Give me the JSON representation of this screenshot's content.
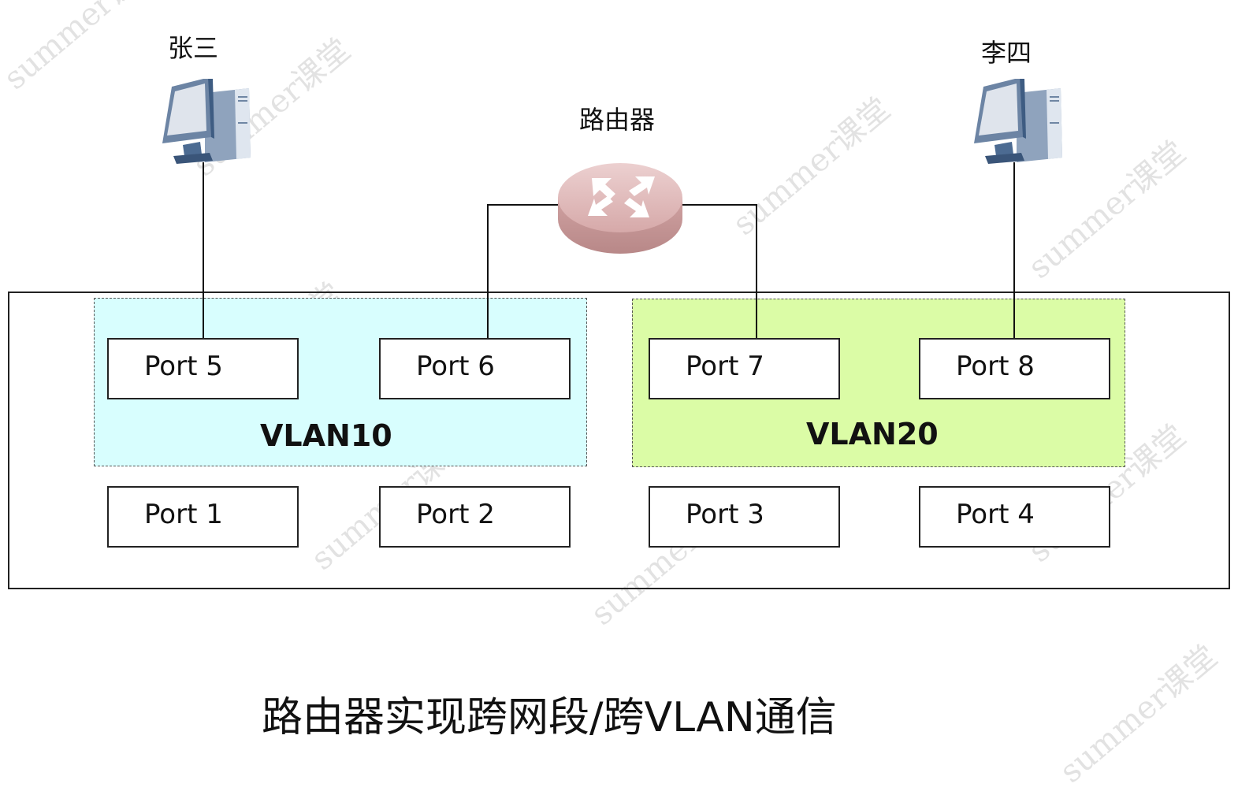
{
  "hosts": {
    "left": {
      "name": "张三",
      "icon": "desktop-computer-icon"
    },
    "right": {
      "name": "李四",
      "icon": "desktop-computer-icon"
    }
  },
  "router": {
    "label": "路由器",
    "icon": "router-icon",
    "color": "#d9a7a7"
  },
  "switch": {
    "vlans": [
      {
        "name": "VLAN10",
        "color": "#d8fefe",
        "ports": [
          "Port 5",
          "Port 6"
        ]
      },
      {
        "name": "VLAN20",
        "color": "#dbfca6",
        "ports": [
          "Port 7",
          "Port 8"
        ]
      }
    ],
    "other_ports": [
      "Port 1",
      "Port 2",
      "Port 3",
      "Port 4"
    ]
  },
  "caption": "路由器实现跨网段/跨VLAN通信",
  "watermark": "summer课堂"
}
